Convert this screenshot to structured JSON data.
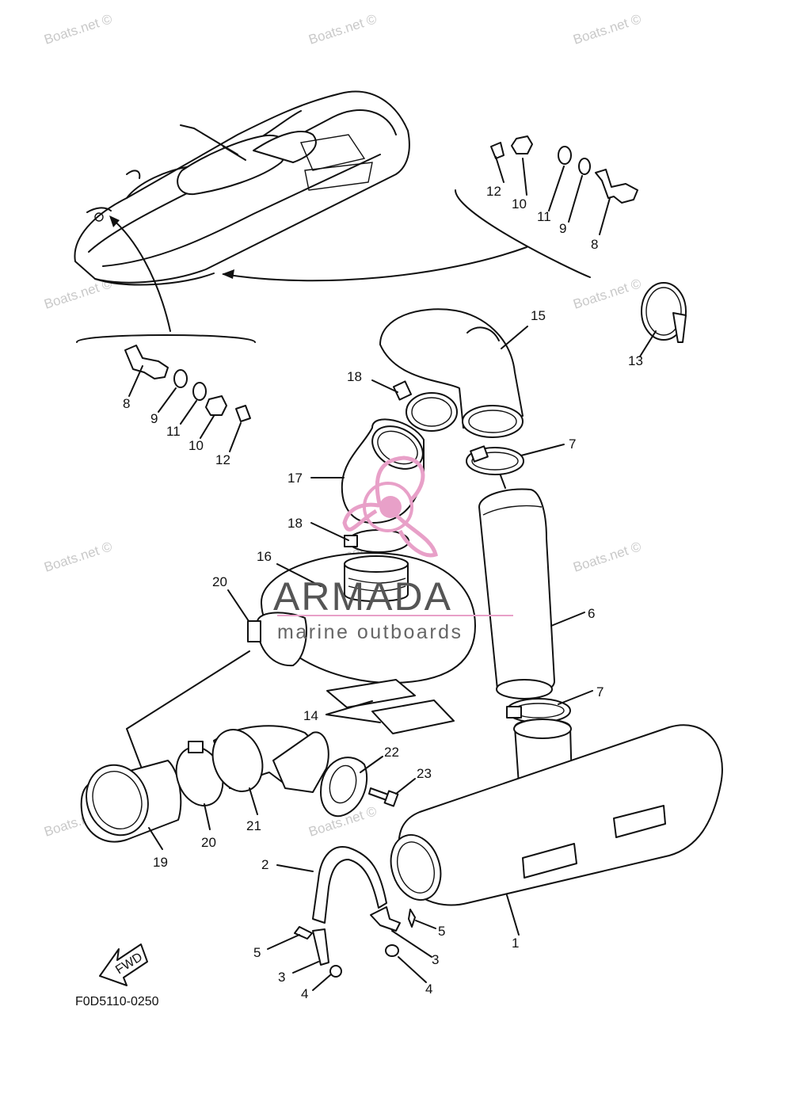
{
  "diagram": {
    "code": "F0D5110-0250",
    "fwd_label": "FWD",
    "watermark": "Boats.net ©",
    "brand": {
      "name": "ARMADA",
      "tagline": "marine outboards",
      "accent": "#e8a0c8",
      "text_color": "#555555"
    },
    "callouts": {
      "c8a": "8",
      "c9a": "9",
      "c11a": "11",
      "c10a": "10",
      "c12a": "12",
      "c8b": "8",
      "c9b": "9",
      "c11b": "11",
      "c10b": "10",
      "c12b": "12",
      "c13": "13",
      "c15": "15",
      "c18a": "18",
      "c7a": "7",
      "c17": "17",
      "c18b": "18",
      "c16": "16",
      "c20a": "20",
      "c6": "6",
      "c7b": "7",
      "c14": "14",
      "c22": "22",
      "c23": "23",
      "c19": "19",
      "c20b": "20",
      "c21": "21",
      "c2": "2",
      "c5a": "5",
      "c5b": "5",
      "c3a": "3",
      "c3b": "3",
      "c4a": "4",
      "c4b": "4",
      "c1": "1"
    }
  }
}
